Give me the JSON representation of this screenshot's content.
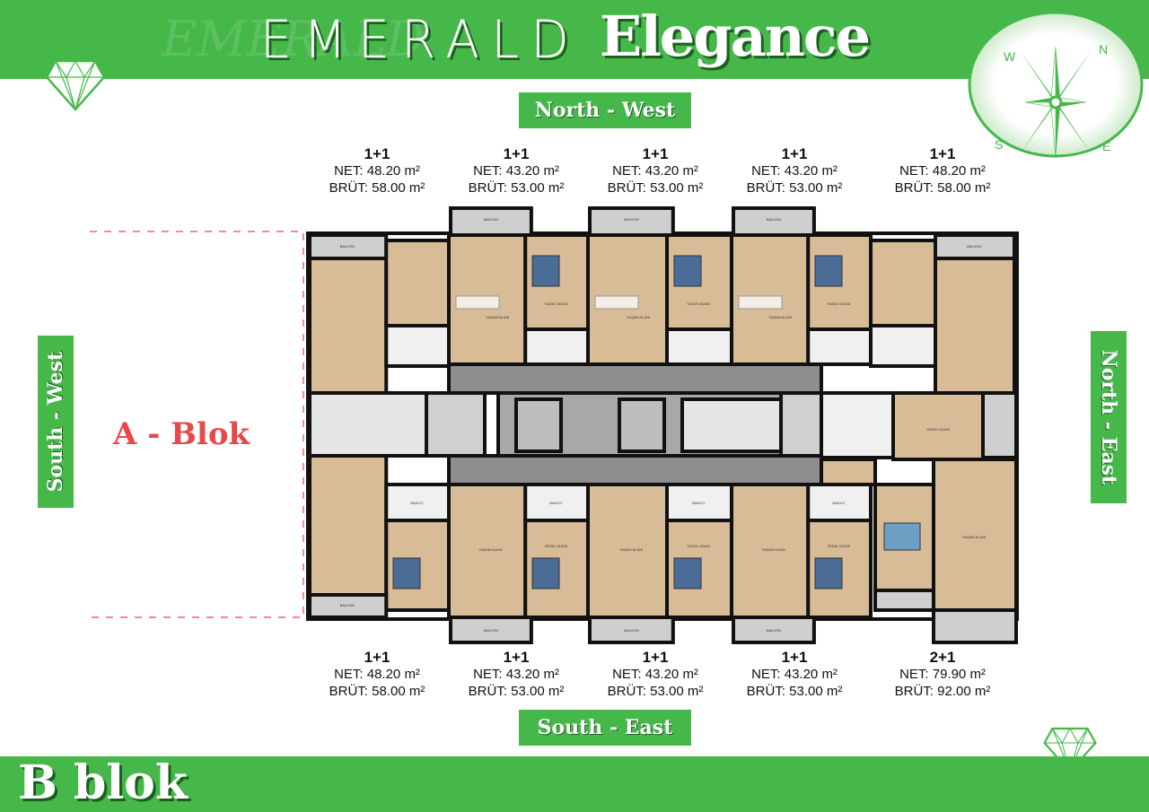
{
  "header": {
    "title_part1": "EMERALD",
    "title_part2": "Elegance",
    "watermark": "EMERALD"
  },
  "directions": {
    "north_west": "North - West",
    "south_east": "South - East",
    "south_west": "South - West",
    "north_east": "North - East"
  },
  "compass": {
    "n": "N",
    "e": "E",
    "s": "S",
    "w": "W"
  },
  "side_label": "A - Blok",
  "footer": {
    "block_label": "B blok"
  },
  "colors": {
    "brand_green": "#46b84a",
    "accent_red": "#e8474b",
    "floor_wood": "#d8bc98",
    "corridor_gray": "#8e8e8e"
  },
  "room_labels": {
    "balcony": "BALKON",
    "bedroom": "YATAK ODASI",
    "living": "YAŞAM ALANI",
    "bathroom": "BANYO"
  },
  "top_units": [
    {
      "type": "1+1",
      "net": "NET: 48.20 m²",
      "brut": "BRÜT: 58.00 m²"
    },
    {
      "type": "1+1",
      "net": "NET: 43.20 m²",
      "brut": "BRÜT: 53.00 m²"
    },
    {
      "type": "1+1",
      "net": "NET: 43.20 m²",
      "brut": "BRÜT: 53.00 m²"
    },
    {
      "type": "1+1",
      "net": "NET: 43.20 m²",
      "brut": "BRÜT: 53.00 m²"
    },
    {
      "type": "1+1",
      "net": "NET: 48.20 m²",
      "brut": "BRÜT: 58.00 m²"
    }
  ],
  "bottom_units": [
    {
      "type": "1+1",
      "net": "NET: 48.20 m²",
      "brut": "BRÜT: 58.00 m²"
    },
    {
      "type": "1+1",
      "net": "NET: 43.20 m²",
      "brut": "BRÜT: 53.00 m²"
    },
    {
      "type": "1+1",
      "net": "NET: 43.20 m²",
      "brut": "BRÜT: 53.00 m²"
    },
    {
      "type": "1+1",
      "net": "NET: 43.20 m²",
      "brut": "BRÜT: 53.00 m²"
    },
    {
      "type": "2+1",
      "net": "NET: 79.90 m²",
      "brut": "BRÜT: 92.00 m²"
    }
  ]
}
